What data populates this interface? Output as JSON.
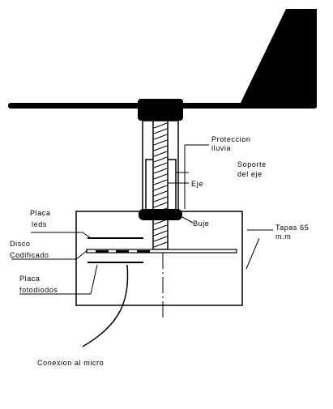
{
  "labels": {
    "proteccion_line1": "Proteccion",
    "proteccion_line2": "lluvia",
    "soporte_line1": "Soporte",
    "soporte_line2": "del eje",
    "eje": "Eje",
    "buje": "Buje",
    "placa_leds_line1": "Placa",
    "placa_leds_line2": "leds",
    "disco_line1": "Disco",
    "disco_line2": "Codificado",
    "placa_foto_line1": "Placa",
    "placa_foto_line2": "fotodiodos",
    "tapas_line1": "Tapas  65",
    "tapas_line2": "m.m",
    "conexion": "Conexion al micro"
  },
  "colors": {
    "ink": "#000000",
    "background": "#ffffff"
  }
}
